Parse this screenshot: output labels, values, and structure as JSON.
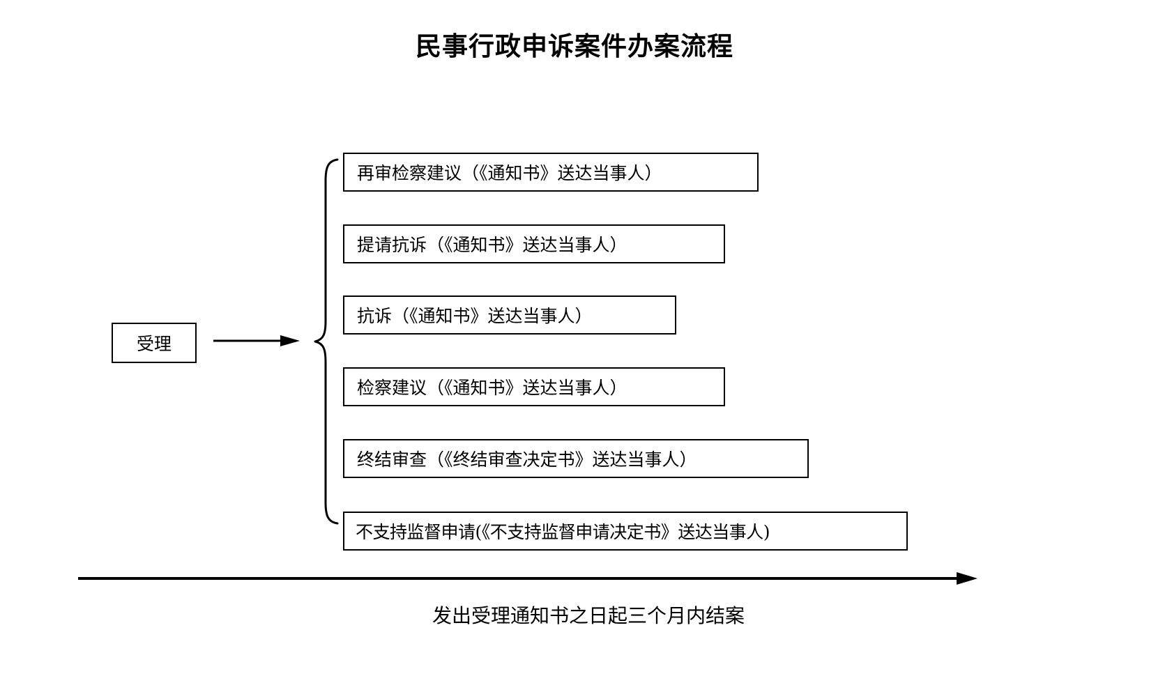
{
  "title": "民事行政申诉案件办案流程",
  "start_node": {
    "label": "受理"
  },
  "flow_arrow": {
    "icon": "arrow-right-icon"
  },
  "brace": {
    "icon": "curly-brace-icon"
  },
  "outcomes": [
    {
      "label": "再审检察建议（《通知书》送达当事人）"
    },
    {
      "label": "提请抗诉（《通知书》送达当事人）"
    },
    {
      "label": "抗诉（《通知书》送达当事人）"
    },
    {
      "label": "检察建议（《通知书》送达当事人）"
    },
    {
      "label": "终结审查（《终结审查决定书》送达当事人）"
    },
    {
      "label": "不支持监督申请(《不支持监督申请决定书》送达当事人)"
    }
  ],
  "timeline": {
    "icon": "arrow-right-icon",
    "caption": "发出受理通知书之日起三个月内结案"
  },
  "colors": {
    "stroke": "#000000",
    "background": "#ffffff"
  }
}
